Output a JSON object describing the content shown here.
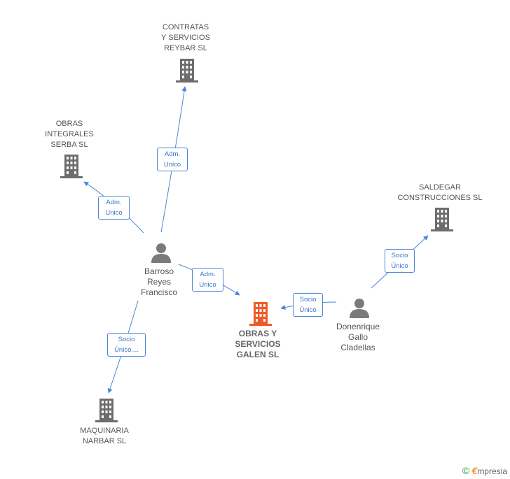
{
  "companies": {
    "contratas": "CONTRATAS\nY SERVICIOS\nREYBAR SL",
    "obras_integrales": "OBRAS\nINTEGRALES\nSERBA SL",
    "saldegar": "SALDEGAR\nCONSTRUCCIONES SL",
    "obras_galen": "OBRAS Y\nSERVICIOS\nGALEN SL",
    "maquinaria": "MAQUINARIA\nNARBAR SL"
  },
  "persons": {
    "barroso": "Barroso\nReyes\nFrancisco",
    "donenrique": "Donenrique\nGallo\nCladellas"
  },
  "edges": {
    "adm_contratas": "Adm.\nUnico",
    "adm_obras_integrales": "Adm.\nUnico",
    "adm_galen": "Adm.\nUnico",
    "socio_maquinaria": "Socio\nÚnico,...",
    "socio_galen": "Socio\nÚnico",
    "socio_saldegar": "Socio\nÚnico"
  },
  "colors": {
    "edge": "#4a86d8",
    "building": "#6d6d6d",
    "main_building": "#f05a28",
    "person": "#7a7a7a"
  },
  "footer": {
    "copyright": "©",
    "brand_initial": "€",
    "brand_rest": "mpresia"
  }
}
